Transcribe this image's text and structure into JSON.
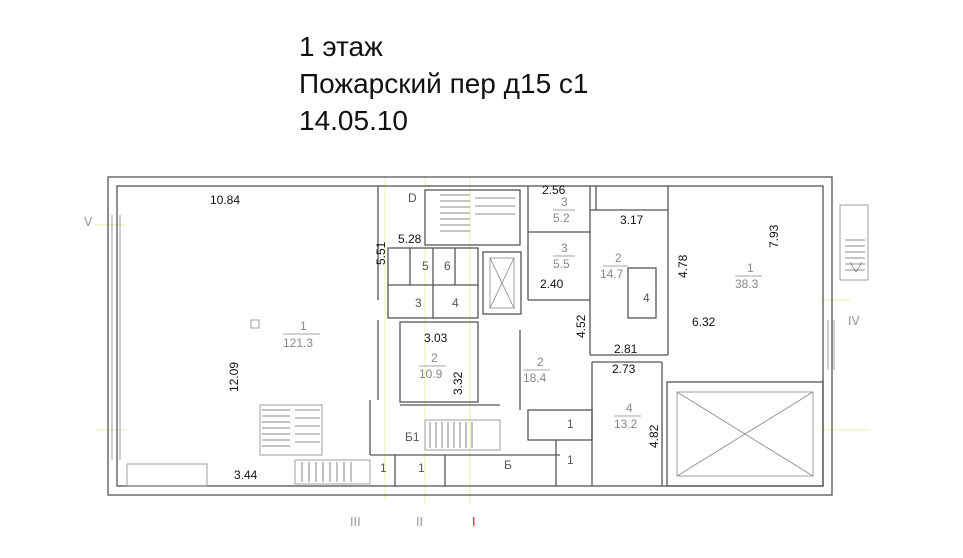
{
  "header": {
    "line1": "1 этаж",
    "line2": "Пожарский пер д15 с1",
    "line3": "14.05.10"
  },
  "dimensions": {
    "d_10_84": "10.84",
    "d_2_56": "2.56",
    "d_3_17": "3.17",
    "d_7_93": "7.93",
    "d_5_28": "5.28",
    "d_5_51": "5.51",
    "d_4_78": "4.78",
    "d_2_40": "2.40",
    "d_3_03": "3.03",
    "d_6_32": "6.32",
    "d_4_52": "4.52",
    "d_12_09": "12.09",
    "d_3_32": "3.32",
    "d_2_81": "2.81",
    "d_2_73": "2.73",
    "d_4_82": "4.82",
    "d_3_44": "3.44"
  },
  "rooms": [
    {
      "num": "1",
      "area": "121.3"
    },
    {
      "num": "3",
      "area": "5.2"
    },
    {
      "num": "3",
      "area": "5.5"
    },
    {
      "num": "2",
      "area": "14.7"
    },
    {
      "num": "1",
      "area": "38.3"
    },
    {
      "num": "2",
      "area": "10.9"
    },
    {
      "num": "2",
      "area": "18.4"
    },
    {
      "num": "4",
      "area": "13.2"
    }
  ],
  "small_labels": {
    "r5": "5",
    "r6": "6",
    "r3": "3",
    "r4a": "4",
    "r4b": "4",
    "d_mark": "D",
    "b1": "Б1",
    "b": "Б",
    "one_a": "1",
    "one_b": "1",
    "one_c": "1",
    "one_d": "1"
  },
  "axes": {
    "v": "V",
    "iv": "IV",
    "iii": "III",
    "ii": "II",
    "i": "I"
  }
}
